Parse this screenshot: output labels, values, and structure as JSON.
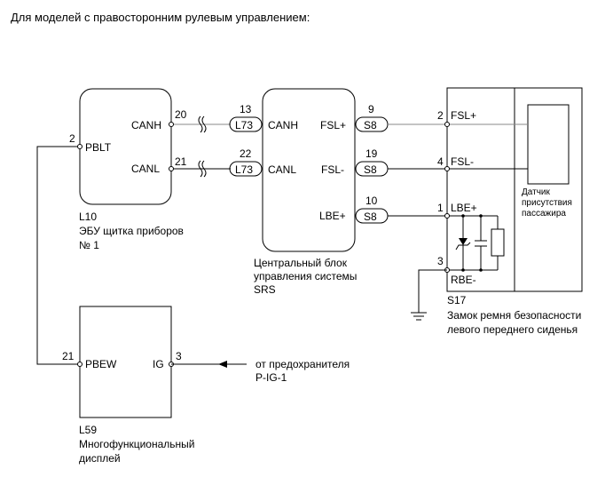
{
  "title": "Для моделей с правосторонним рулевым управлением:",
  "components": {
    "L10": {
      "code": "L10",
      "name_line1": "ЭБУ щитка приборов",
      "name_line2": "№ 1",
      "pins": {
        "canh": {
          "num": "20",
          "label": "CANH"
        },
        "canl": {
          "num": "21",
          "label": "CANL"
        },
        "pblt": {
          "num": "2",
          "label": "PBLT"
        }
      }
    },
    "SRS": {
      "name_line1": "Центральный блок",
      "name_line2": "управления системы",
      "name_line3": "SRS",
      "pins": {
        "canh": {
          "num": "13",
          "connector": "L73",
          "label": "CANH"
        },
        "canl": {
          "num": "22",
          "connector": "L73",
          "label": "CANL"
        },
        "fslp": {
          "num": "9",
          "connector": "S8",
          "label": "FSL+"
        },
        "fslm": {
          "num": "19",
          "connector": "S8",
          "label": "FSL-"
        },
        "lbep": {
          "num": "10",
          "connector": "S8",
          "label": "LBE+"
        }
      }
    },
    "S17": {
      "code": "S17",
      "name_line1": "Замок ремня безопасности",
      "name_line2": "левого переднего сиденья",
      "pins": {
        "fslp": {
          "num": "2",
          "label": "FSL+"
        },
        "fslm": {
          "num": "4",
          "label": "FSL-"
        },
        "lbep": {
          "num": "1",
          "label": "LBE+"
        },
        "rbem": {
          "num": "3",
          "label": "RBE-"
        }
      },
      "sensor_line1": "Датчик",
      "sensor_line2": "присутствия",
      "sensor_line3": "пассажира"
    },
    "L59": {
      "code": "L59",
      "name_line1": "Многофункциональный",
      "name_line2": "дисплей",
      "pins": {
        "pbew": {
          "num": "21",
          "label": "PBEW"
        },
        "ig": {
          "num": "3",
          "label": "IG"
        }
      }
    }
  },
  "source": {
    "line1": "от предохранителя",
    "line2": "P-IG-1"
  },
  "icons": [
    "twisted-pair-break-icon",
    "ground-icon",
    "zener-diode-icon",
    "capacitor-icon",
    "resistor-icon",
    "arrow-left-icon"
  ]
}
